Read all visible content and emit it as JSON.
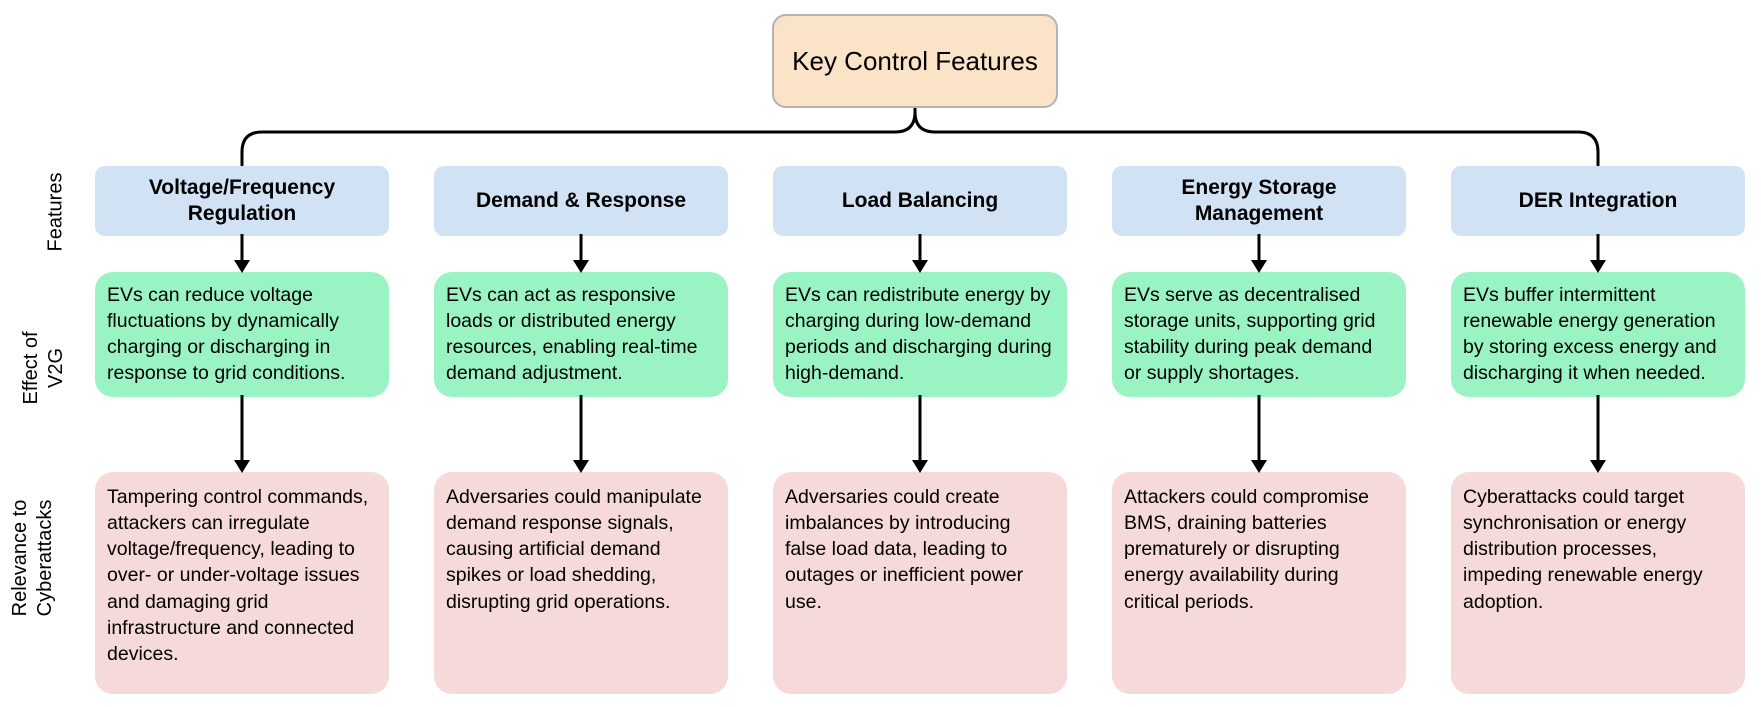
{
  "diagram": {
    "title": "Key Control Features",
    "row_labels": {
      "features": "Features",
      "effect": "Effect of\nV2G",
      "cyber": "Relevance to\nCyberattacks"
    }
  },
  "columns": [
    {
      "feature": "Voltage/Frequency Regulation",
      "effect": "EVs can reduce voltage fluctuations by dynamically charging or discharging in response to grid conditions.",
      "cyber": "Tampering control commands, attackers can irregulate voltage/frequency, leading to over- or under-voltage issues and damaging grid infrastructure and connected devices."
    },
    {
      "feature": "Demand & Response",
      "effect": "EVs can act as responsive loads or distributed energy resources, enabling real-time demand adjustment.",
      "cyber": "Adversaries could manipulate demand response signals, causing artificial demand spikes or load shedding, disrupting grid operations."
    },
    {
      "feature": "Load Balancing",
      "effect": "EVs can redistribute energy by charging during low-demand periods and discharging during high-demand.",
      "cyber": "Adversaries could create imbalances by introducing false load data, leading to outages or inefficient power use."
    },
    {
      "feature": "Energy Storage Management",
      "effect": "EVs serve as decentralised storage units, supporting grid stability during peak demand or supply shortages.",
      "cyber": "Attackers could compromise BMS, draining batteries prematurely or disrupting energy availability during critical periods."
    },
    {
      "feature": "DER Integration",
      "effect": "EVs buffer intermittent renewable energy generation by storing excess energy and discharging it when needed.",
      "cyber": "Cyberattacks could target synchronisation or energy distribution processes, impeding renewable energy adoption."
    }
  ],
  "colors": {
    "root_fill": "#fbe3c7",
    "root_border": "#b3b3b3",
    "feature_fill": "#d0e2f4",
    "effect_fill": "#9af3c3",
    "cyber_fill": "#f6d9d9",
    "line_color": "#000000"
  }
}
